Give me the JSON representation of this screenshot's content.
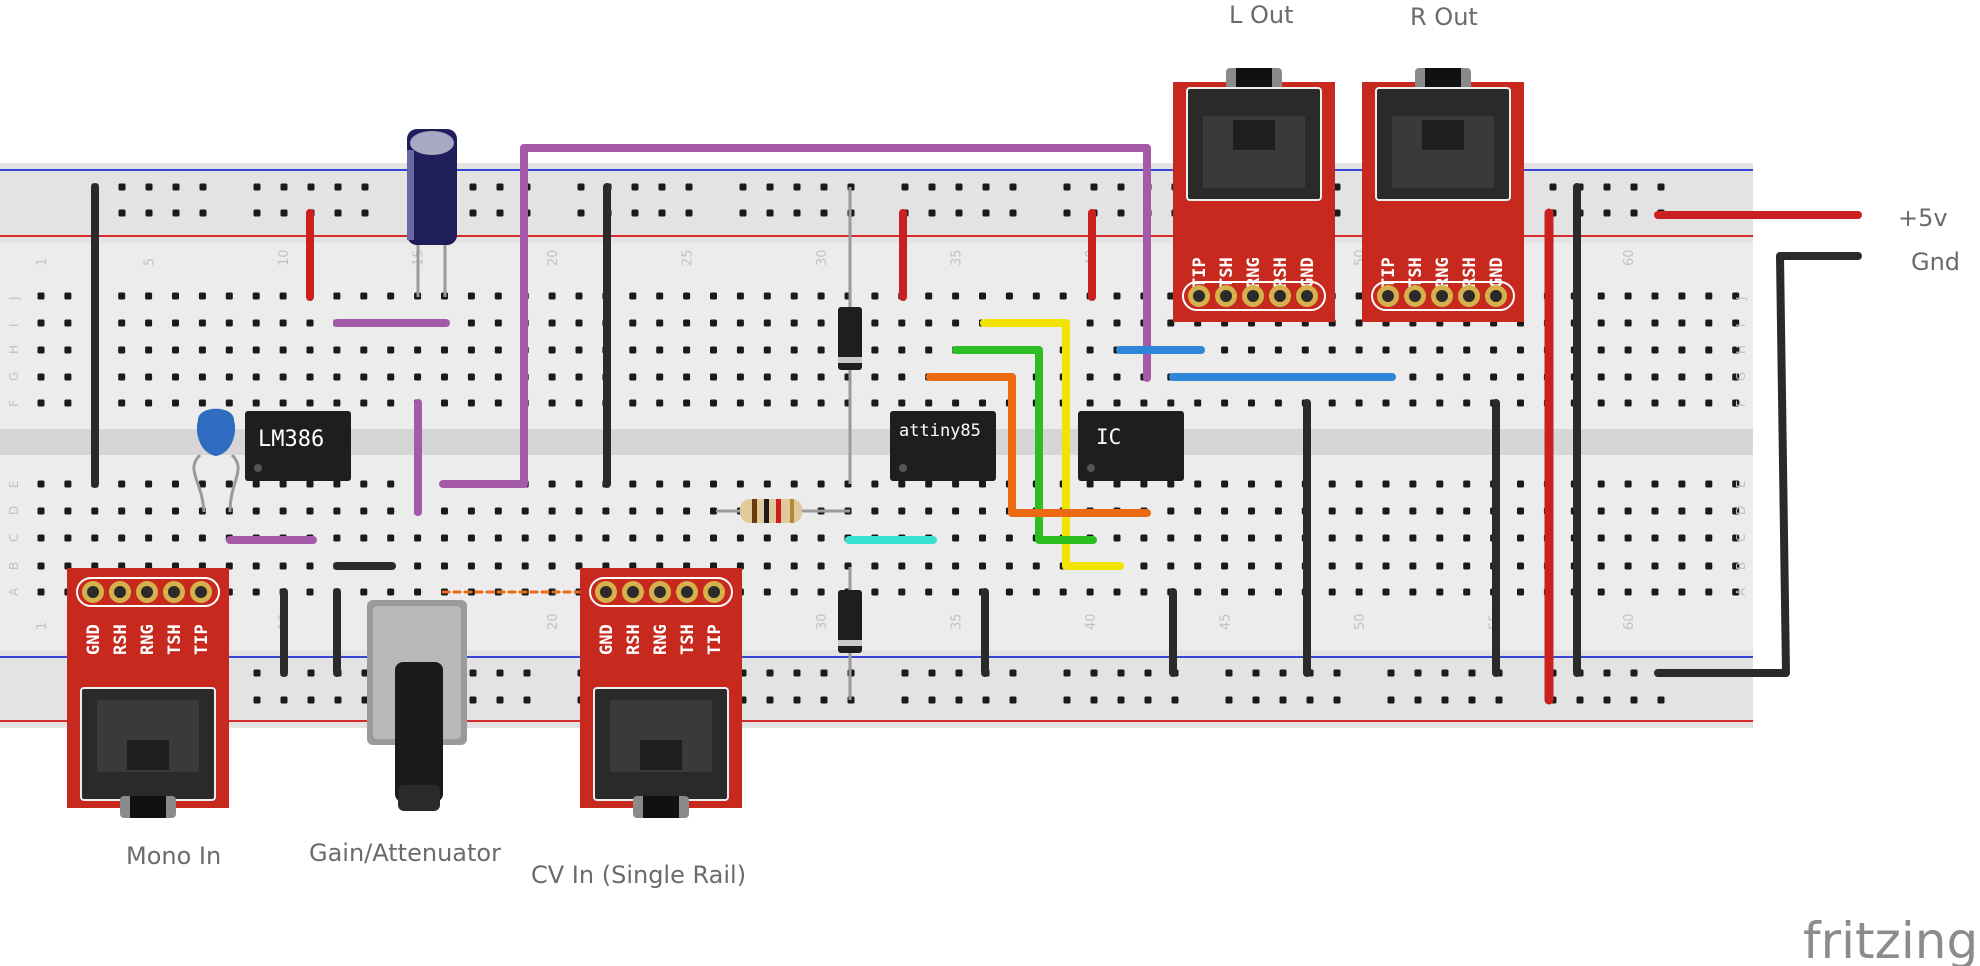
{
  "labels": {
    "mono_in": "Mono In",
    "gain": "Gain/Attenuator",
    "cv_in": "CV In (Single Rail)",
    "l_out": "L Out",
    "r_out": "R Out",
    "v5": "+5v",
    "gnd": "Gnd"
  },
  "chips": {
    "lm386": "LM386",
    "attiny": "attiny85",
    "ic": "IC"
  },
  "jack_pins_bottom": [
    "GND",
    "RSH",
    "RNG",
    "TSH",
    "TIP"
  ],
  "jack_pins_top": [
    "TIP",
    "TSH",
    "RNG",
    "RSH",
    "GND"
  ],
  "column_numbers": [
    "1",
    "5",
    "10",
    "15",
    "20",
    "25",
    "30",
    "35",
    "40",
    "45",
    "50",
    "55",
    "60"
  ],
  "row_letters_top": [
    "J",
    "I",
    "H",
    "G",
    "F"
  ],
  "row_letters_bottom": [
    "E",
    "D",
    "C",
    "B",
    "A"
  ],
  "logo": "fritzing",
  "colors": {
    "rail_red": "#d42b2b",
    "rail_blue": "#3a45d4",
    "board": "#e6e6e6",
    "jack_board": "#c7291f",
    "wire_purple": "#a45aa8",
    "wire_red": "#cc1f1f",
    "wire_black": "#2a2a2a",
    "wire_yellow": "#f2e400",
    "wire_green": "#2cbf21",
    "wire_orange": "#ec6b12",
    "wire_blue": "#2f86d9",
    "wire_cyan": "#38e2d2"
  }
}
